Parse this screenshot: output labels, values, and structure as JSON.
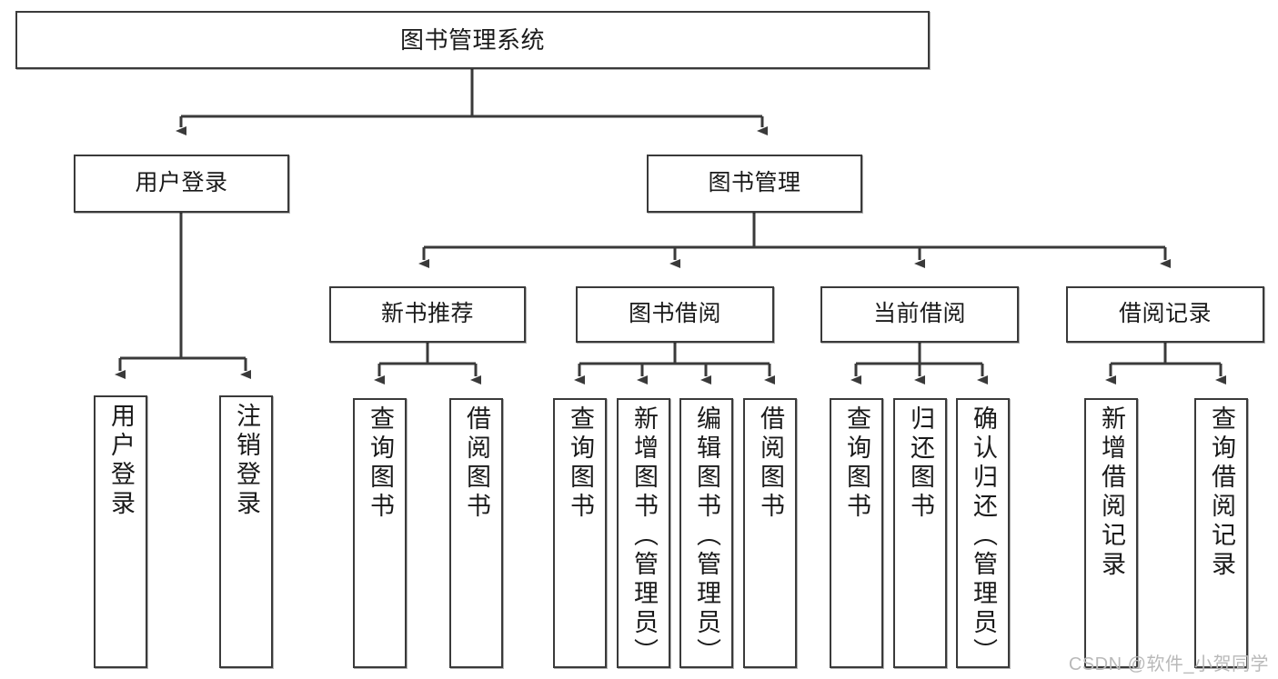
{
  "diagram": {
    "title": "图书管理系统",
    "type": "hierarchy-tree",
    "watermark": "CSDN @软件_小贺同学",
    "colors": {
      "background": "#ffffff",
      "box_border": "#3a3a3a",
      "box_fill": "#ffffff",
      "text": "#1a1a1a",
      "connector": "#3a3a3a",
      "watermark": "#b9b9b9"
    },
    "levels": {
      "root": {
        "label": "图书管理系统"
      },
      "level2": [
        {
          "id": "user-login",
          "label": "用户登录"
        },
        {
          "id": "book-manage",
          "label": "图书管理"
        }
      ],
      "level3": [
        {
          "id": "new-book-recommend",
          "label": "新书推荐"
        },
        {
          "id": "book-borrow",
          "label": "图书借阅"
        },
        {
          "id": "current-borrow",
          "label": "当前借阅"
        },
        {
          "id": "borrow-record",
          "label": "借阅记录"
        }
      ],
      "leaves": {
        "user_login": [
          {
            "id": "leaf-user-login",
            "label": "用户登录"
          },
          {
            "id": "leaf-user-logout",
            "label": "注销登录"
          }
        ],
        "new_book_recommend": [
          {
            "id": "leaf-query-book-1",
            "label": "查询图书"
          },
          {
            "id": "leaf-borrow-book-1",
            "label": "借阅图书"
          }
        ],
        "book_borrow": [
          {
            "id": "leaf-query-book-2",
            "label": "查询图书"
          },
          {
            "id": "leaf-add-book",
            "label": "新增图书（管理员）"
          },
          {
            "id": "leaf-edit-book",
            "label": "编辑图书（管理员）"
          },
          {
            "id": "leaf-borrow-book-2",
            "label": "借阅图书"
          }
        ],
        "current_borrow": [
          {
            "id": "leaf-query-book-3",
            "label": "查询图书"
          },
          {
            "id": "leaf-return-book",
            "label": "归还图书"
          },
          {
            "id": "leaf-confirm-return",
            "label": "确认归还（管理员）"
          }
        ],
        "borrow_record": [
          {
            "id": "leaf-add-record",
            "label": "新增借阅记录"
          },
          {
            "id": "leaf-query-record",
            "label": "查询借阅记录"
          }
        ]
      }
    }
  }
}
